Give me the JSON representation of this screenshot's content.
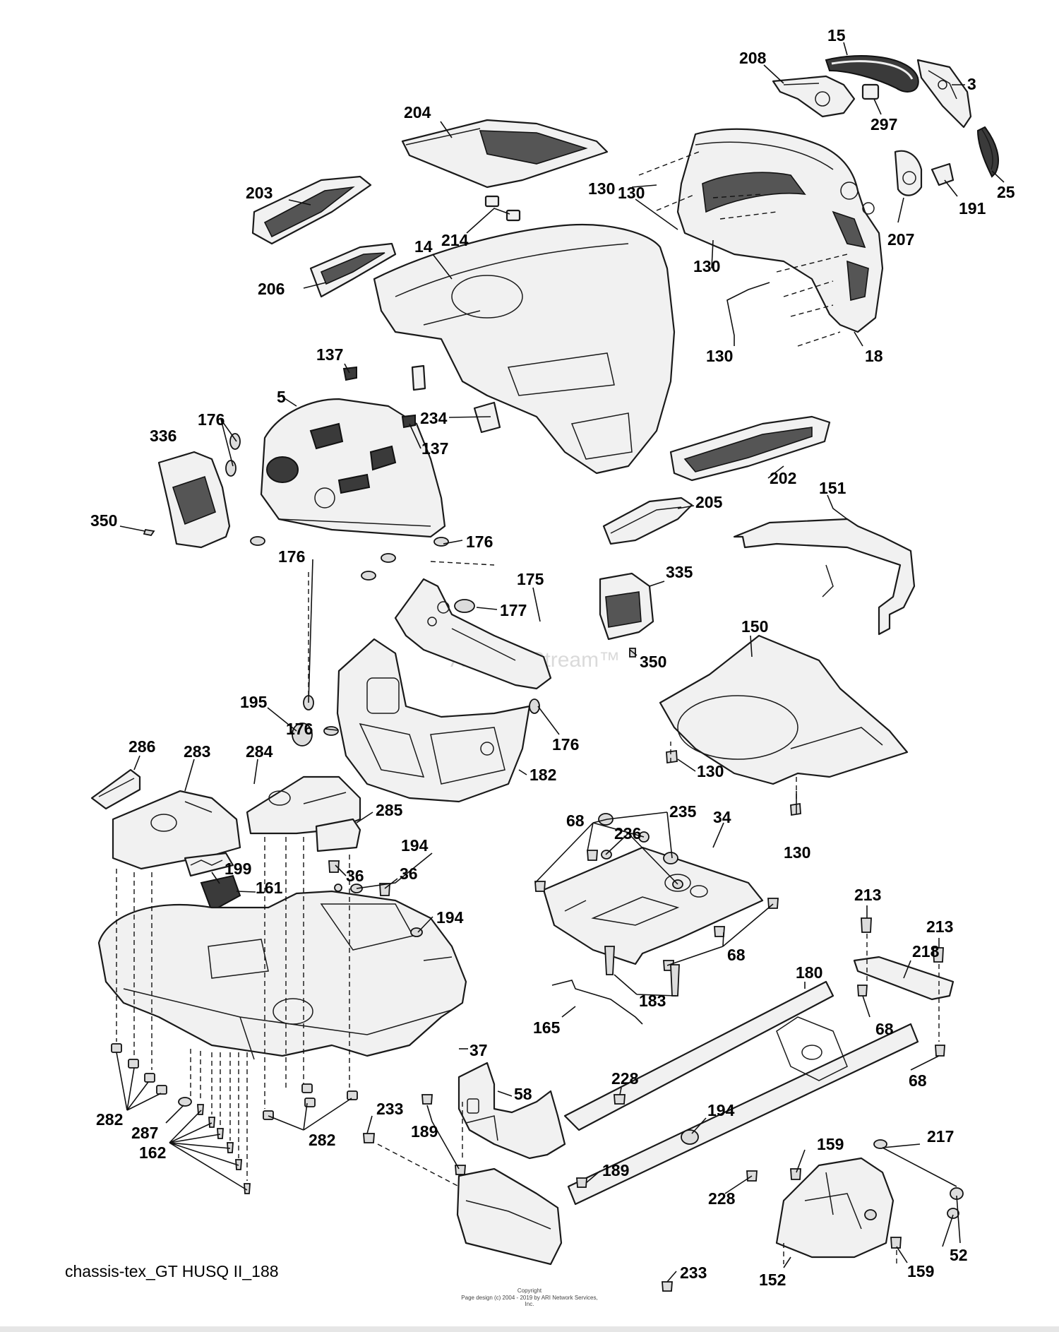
{
  "diagram": {
    "caption": "chassis-tex_GT HUSQ II_188",
    "copyright_line1": "Copyright",
    "copyright_line2": "Page design (c) 2004 - 2019 by ARI Network Services, Inc.",
    "watermark": "ARI PartStream™",
    "callouts": [
      "15",
      "208",
      "3",
      "297",
      "25",
      "191",
      "207",
      "204",
      "130",
      "130",
      "214",
      "203",
      "14",
      "130",
      "206",
      "18",
      "130",
      "137",
      "5",
      "234",
      "137",
      "176",
      "336",
      "202",
      "350",
      "176",
      "176",
      "151",
      "205",
      "335",
      "175",
      "177",
      "150",
      "350",
      "195",
      "176",
      "176",
      "130",
      "182",
      "286",
      "283",
      "284",
      "285",
      "68",
      "235",
      "34",
      "236",
      "36",
      "194",
      "36",
      "199",
      "161",
      "194",
      "130",
      "68",
      "213",
      "213",
      "218",
      "180",
      "183",
      "37",
      "165",
      "68",
      "68",
      "228",
      "58",
      "194",
      "282",
      "287",
      "233",
      "189",
      "162",
      "282",
      "189",
      "159",
      "217",
      "228",
      "52",
      "233",
      "152",
      "159"
    ]
  }
}
